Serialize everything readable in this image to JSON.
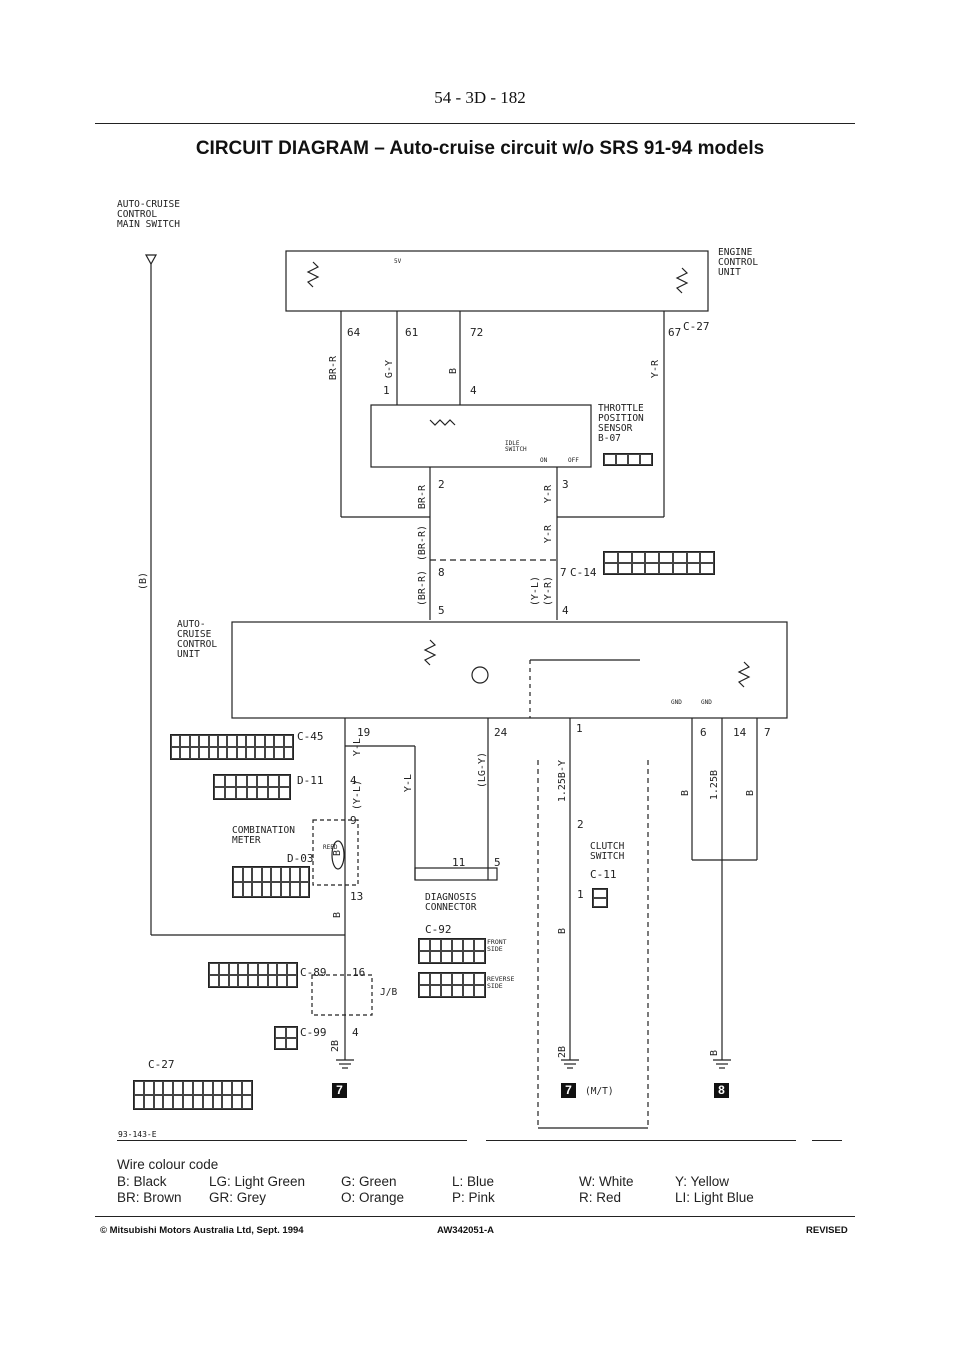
{
  "page_number": "54 - 3D - 182",
  "title": "CIRCUIT DIAGRAM – Auto-cruise circuit w/o SRS 91-94 models",
  "labels": {
    "main_switch": "AUTO-CRUISE\nCONTROL\nMAIN SWITCH",
    "ecu": "ENGINE\nCONTROL\nUNIT",
    "tps": "THROTTLE\nPOSITION\nSENSOR\nB-07",
    "idle_switch": "IDLE\nSWITCH",
    "on": "ON",
    "off": "OFF",
    "acu": "AUTO-\nCRUISE\nCONTROL\nUNIT",
    "combination_meter": "COMBINATION\nMETER",
    "clutch_switch": "CLUTCH\nSWITCH",
    "diagnosis": "DIAGNOSIS\nCONNECTOR",
    "front_side": "FRONT\nSIDE",
    "reverse_side": "REVERSE\nSIDE",
    "jb": "J/B",
    "mt": "(M/T)",
    "reed": "REED",
    "five_v": "5V",
    "gnd": "GND",
    "figure_id": "93-143-E"
  },
  "connectors": {
    "c27_top": "C-27",
    "c27_bottom": "C-27",
    "b07": "B-07",
    "c14": "C-14",
    "c45": "C-45",
    "d11": "D-11",
    "d03": "D-03",
    "c89": "C-89",
    "c99": "C-99",
    "c11": "C-11",
    "c92": "C-92"
  },
  "pins": {
    "ecu_64": "64",
    "ecu_61": "61",
    "ecu_72": "72",
    "ecu_67": "67",
    "tps_1": "1",
    "tps_4": "4",
    "tps_2": "2",
    "tps_3": "3",
    "c14_8": "8",
    "c14_7": "7",
    "c14_5": "5",
    "c14_4": "4",
    "acu_19": "19",
    "acu_24": "24",
    "acu_1": "1",
    "acu_6": "6",
    "acu_14": "14",
    "acu_7": "7",
    "d11_4": "4",
    "d03_9": "9",
    "d03_13": "13",
    "c89_16": "16",
    "c99_4": "4",
    "diag_11": "11",
    "diag_5": "5",
    "clutch_2": "2",
    "clutch_1": "1"
  },
  "wires": {
    "br_r": "BR-R",
    "g_y": "G-Y",
    "b": "B",
    "y_r": "Y-R",
    "br_r2": "BR-R",
    "y_r2": "Y-R",
    "br_r_p": "(BR-R)",
    "y_r3": "Y-R",
    "br_r_p2": "(BR-R)",
    "y_l_p": "(Y-L)",
    "y_r_p": "(Y-R)",
    "b_left": "(B)",
    "y_l": "Y-L",
    "y_l_p2": "(Y-L)",
    "y_l2": "Y-L",
    "lg_y": "(LG-Y)",
    "b125y": "1.25B-Y",
    "b_mid": "B",
    "b2": "B",
    "b125": "1.25B",
    "b3": "B",
    "b4": "B",
    "b5": "B",
    "b_2b": "2B",
    "b_2b2": "2B",
    "b6": "B"
  },
  "badges": [
    "7",
    "7",
    "8"
  ],
  "legend": {
    "heading": "Wire colour code",
    "col1": [
      "B: Black",
      "BR: Brown"
    ],
    "col2": [
      "LG: Light Green",
      "GR: Grey"
    ],
    "col3": [
      "G: Green",
      "O: Orange"
    ],
    "col4": [
      "L: Blue",
      "P: Pink"
    ],
    "col5": [
      "W: White",
      "R: Red"
    ],
    "col6": [
      "Y: Yellow",
      "LI: Light Blue"
    ]
  },
  "footer": {
    "copyright": "© Mitsubishi Motors Australia Ltd, Sept. 1994",
    "doc_code": "AW342051-A",
    "status": "REVISED"
  }
}
